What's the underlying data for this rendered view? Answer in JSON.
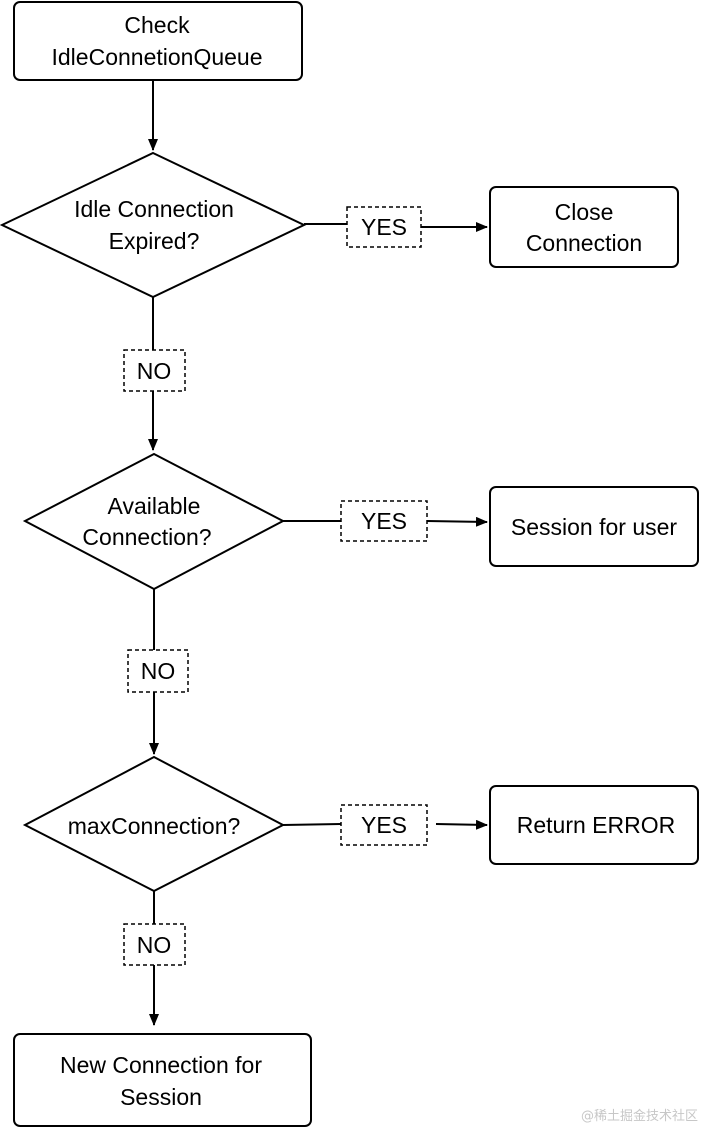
{
  "nodes": {
    "check_queue": {
      "lines": [
        "Check",
        "IdleConnetionQueue"
      ]
    },
    "expired_decision": {
      "lines": [
        "Idle Connection",
        "Expired?"
      ]
    },
    "close_connection": {
      "lines": [
        "Close",
        "Connection"
      ]
    },
    "available_decision": {
      "lines": [
        "Available",
        "Connection?"
      ]
    },
    "session_for_user": {
      "lines": [
        "Session for user"
      ]
    },
    "max_decision": {
      "lines": [
        "maxConnection?"
      ]
    },
    "return_error": {
      "lines": [
        "Return ERROR"
      ]
    },
    "new_connection": {
      "lines": [
        "New Connection for",
        "Session"
      ]
    }
  },
  "edge_labels": {
    "yes": "YES",
    "no": "NO"
  },
  "watermark": "@稀土掘金技术社区"
}
